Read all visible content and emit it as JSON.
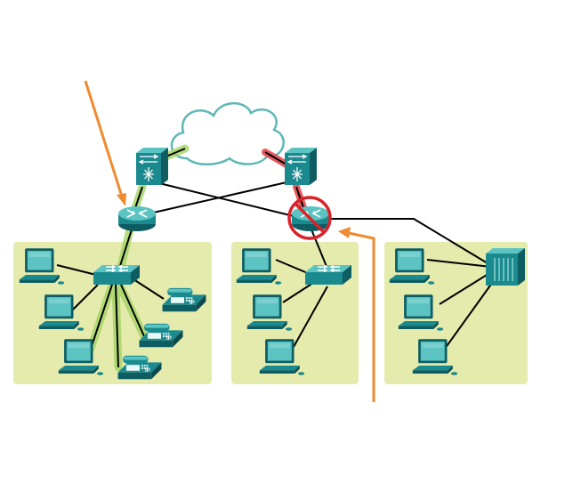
{
  "colors": {
    "background": "#ffffff",
    "zone_fill": "#e5ebac",
    "device_teal": "#1a8a8e",
    "device_dark": "#0d5d62",
    "device_light": "#5cc3c3",
    "cloud_stroke": "#5fb7b8",
    "link": "#000000",
    "active_glow": "#a8d66a",
    "failed_glow": "#e8484d",
    "blocked_ring": "#d8232a",
    "arrow": "#f08a30"
  },
  "icons": {
    "cloud": "cloud-icon",
    "multilayer_switch": "multilayer-switch-icon",
    "router": "router-icon",
    "switch": "switch-icon",
    "pc": "pc-icon",
    "ip_phone": "ip-phone-icon",
    "server": "server-rack-icon",
    "blocked": "blocked-icon"
  },
  "phone_label": "IP",
  "links": {
    "active_path": "green",
    "failed_path": "red"
  }
}
